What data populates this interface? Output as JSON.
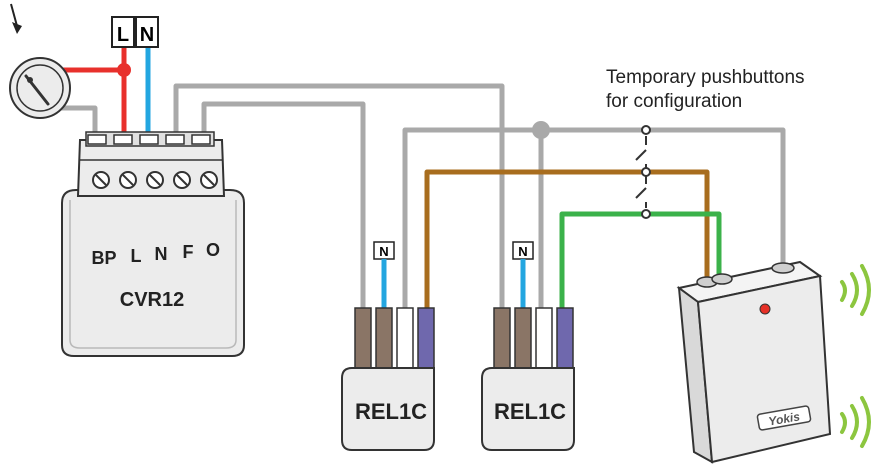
{
  "labels": {
    "phase": "L",
    "neutral": "N",
    "caption_line1": "Temporary pushbuttons",
    "caption_line2": "for configuration"
  },
  "cvr12": {
    "name": "CVR12",
    "terminals": [
      "BP",
      "L",
      "N",
      "F",
      "O"
    ]
  },
  "relays": [
    {
      "name": "REL1C",
      "neutral_tag": "N"
    },
    {
      "name": "REL1C",
      "neutral_tag": "N"
    }
  ],
  "transmitter": {
    "brand": "Yokis"
  },
  "colors": {
    "phase": "#e8302c",
    "neutral": "#23a6e0",
    "bus_grey": "#a9a9a9",
    "brown": "#a86d1e",
    "green": "#3bb24a",
    "signal": "#8cc63f",
    "module_fill": "#ececec",
    "module_stroke": "#333333",
    "led": "#e63027"
  },
  "icons": [
    "switch-icon",
    "arrow-icon",
    "wireless-signal-icon"
  ]
}
